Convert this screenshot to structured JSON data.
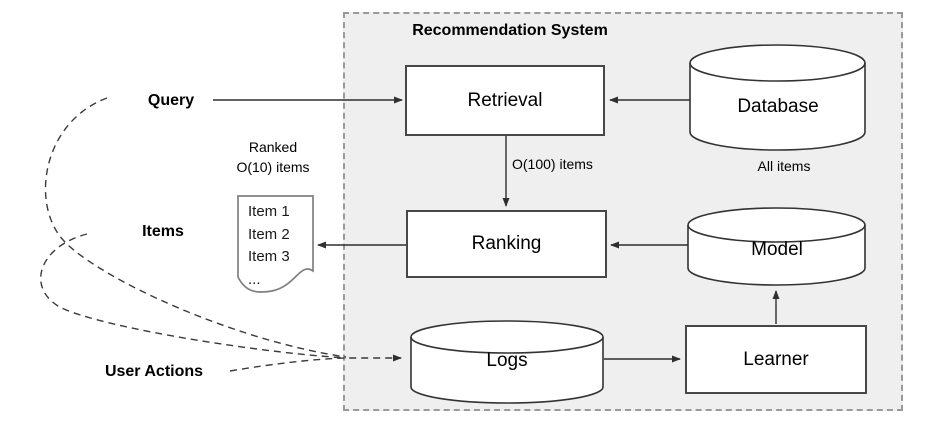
{
  "diagram": {
    "title": "Recommendation System",
    "nodes": {
      "retrieval": "Retrieval",
      "database": "Database",
      "ranking": "Ranking",
      "model": "Model",
      "logs": "Logs",
      "learner": "Learner"
    },
    "external_labels": {
      "query": "Query",
      "items": "Items",
      "user_actions": "User Actions"
    },
    "edge_labels": {
      "o100_items": "O(100) items",
      "all_items": "All items",
      "ranked_line1": "Ranked",
      "ranked_line2": "O(10) items"
    },
    "document": {
      "lines": [
        "Item 1",
        "Item 2",
        "Item 3",
        "..."
      ]
    },
    "colors": {
      "background": "#ffffff",
      "container_fill": "#efefef",
      "container_border": "#999999",
      "node_border": "#474747",
      "node_fill": "#ffffff",
      "arrow": "#2f2f2f",
      "dashed_curve": "#3a3a3a"
    }
  }
}
